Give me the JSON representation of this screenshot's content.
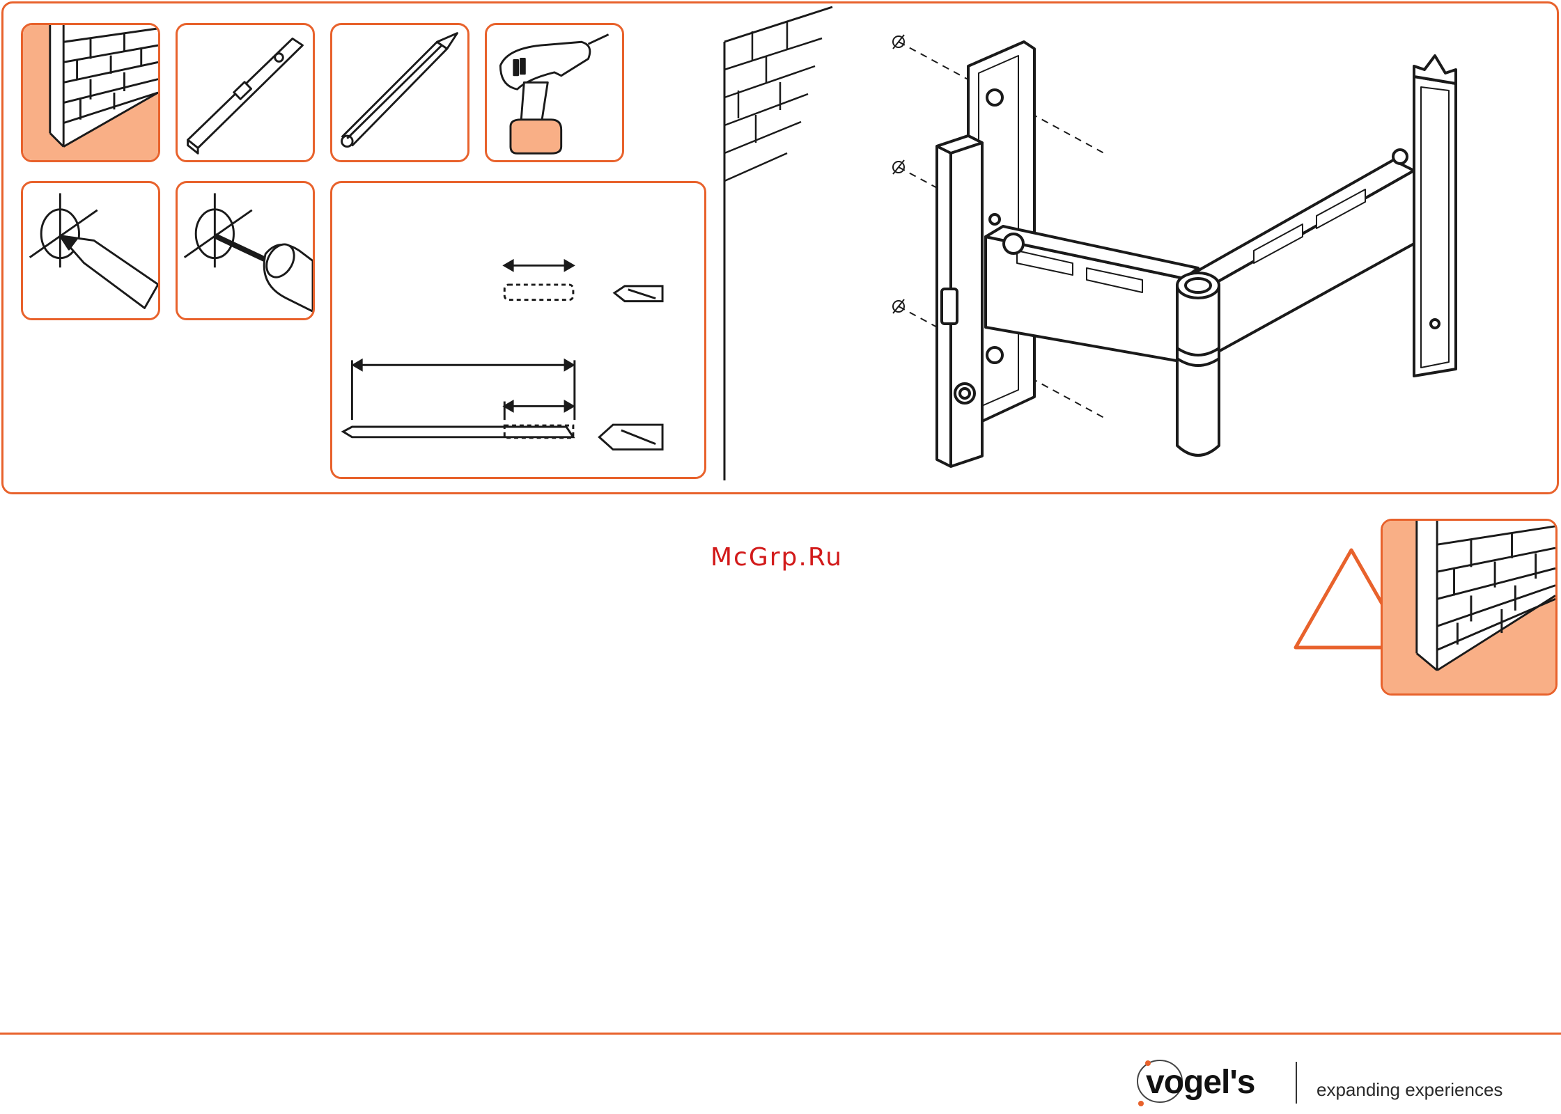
{
  "watermark": {
    "text": "McGrp.Ru"
  },
  "brand": {
    "wordmark": "vogel's",
    "tagline": "expanding experiences"
  },
  "colors": {
    "accent": "#E8622C",
    "accent_fill": "#F9AF86",
    "ink": "#1a1a1a",
    "watermark": "#D21A1A"
  },
  "icons": [
    "brick-wall-icon",
    "spirit-level-icon",
    "pencil-icon",
    "cordless-drill-icon",
    "mark-hole-icon",
    "drill-hole-icon",
    "drill-depth-icon",
    "warning-triangle-icon"
  ]
}
